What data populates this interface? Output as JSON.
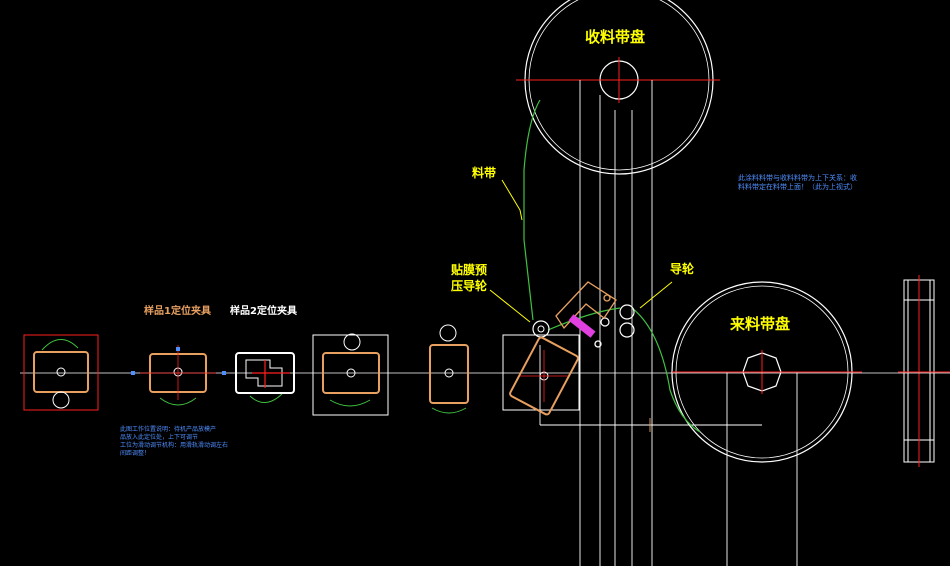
{
  "labels": {
    "takeup_reel": "收料带盘",
    "supply_reel": "来料带盘",
    "tape": "料带",
    "press_roller_line1": "贴膜预",
    "press_roller_line2": "压导轮",
    "guide_wheel": "导轮",
    "fixture_1": "样品1定位夹具",
    "fixture_2": "样品2定位夹具"
  },
  "notes": {
    "right_line1": "此涂料料带与收料料带为上下关系：收",
    "right_line2": "料料带定在料带上面！（此为上视式）",
    "left_line1": "此图工作位置说明：待机产品放模产",
    "left_line2": "品放入此定位处，上下可调节",
    "left_line3": "工位为滑动调节机构：用滑轨滑动调左右",
    "left_line4": "间距调整！"
  },
  "colors": {
    "background": "#000000",
    "outline": "#ffffff",
    "center_line": "#ff2020",
    "tape": "#40c040",
    "product": "#e8a060",
    "text_yellow": "#ffff00",
    "text_blue": "#4f8fff",
    "film": "#e040e0"
  }
}
